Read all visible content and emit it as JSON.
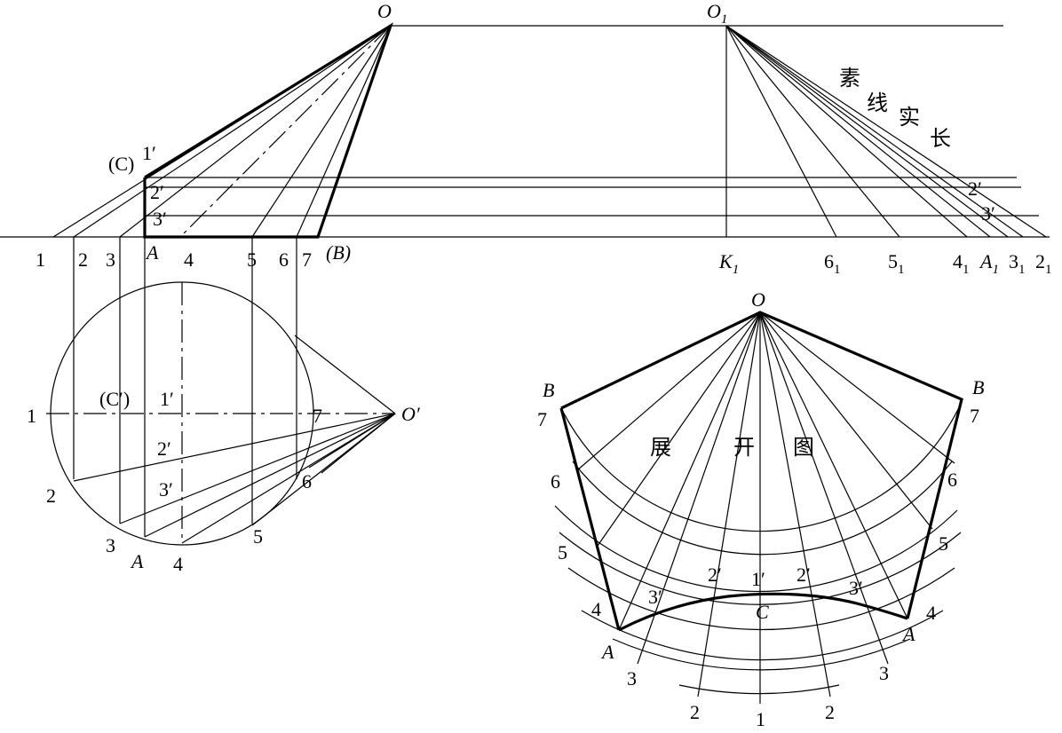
{
  "front_view": {
    "apex": "O",
    "apex_true": "O",
    "apex_true_sub": "1",
    "point_c": "(C)",
    "points_prime": [
      "1′",
      "2′",
      "3′"
    ],
    "base_labels": [
      "1",
      "2",
      "3",
      "A",
      "4",
      "5",
      "6",
      "7",
      "(B)"
    ],
    "k_label": "K",
    "k_sub": "1",
    "true_length_labels": [
      {
        "main": "6",
        "sub": "1"
      },
      {
        "main": "5",
        "sub": "1"
      },
      {
        "main": "4",
        "sub": "1"
      },
      {
        "main": "A",
        "sub": "1"
      },
      {
        "main": "3",
        "sub": "1"
      },
      {
        "main": "2",
        "sub": "1"
      }
    ],
    "true_length_title": [
      "素",
      "线",
      "实",
      "长"
    ],
    "right_prime_labels": [
      "2′",
      "3′"
    ]
  },
  "top_view": {
    "apex": "O′",
    "c_label": "(C′)",
    "labels": [
      "1",
      "1′",
      "7",
      "2",
      "2′",
      "3′",
      "6",
      "3",
      "A",
      "4",
      "5"
    ]
  },
  "development": {
    "apex": "O",
    "title": [
      "展",
      "开",
      "图"
    ],
    "left_b": "B",
    "right_b": "B",
    "left_labels": [
      "7",
      "6",
      "5",
      "4",
      "A",
      "3"
    ],
    "right_labels": [
      "7",
      "6",
      "5",
      "4",
      "A",
      "3"
    ],
    "bottom_labels": [
      "2",
      "1",
      "2"
    ],
    "primes": [
      "3′",
      "2′",
      "1′",
      "2′",
      "3′"
    ],
    "c_label": "C"
  }
}
